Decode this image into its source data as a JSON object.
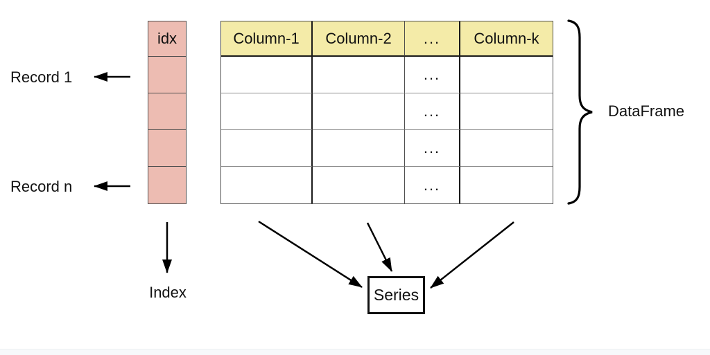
{
  "colors": {
    "index_fill": "#edbcb2",
    "header_fill": "#f4eba8",
    "line": "#000000",
    "footer_strip": "#f7f9fb"
  },
  "index_column": {
    "header": "idx",
    "cells": [
      "",
      "",
      "",
      ""
    ]
  },
  "table": {
    "columns": [
      "Column-1",
      "Column-2",
      "...",
      "Column-k"
    ],
    "rows": [
      [
        "",
        "",
        "...",
        ""
      ],
      [
        "",
        "",
        "...",
        ""
      ],
      [
        "",
        "",
        "...",
        ""
      ],
      [
        "",
        "",
        "...",
        ""
      ]
    ]
  },
  "labels": {
    "record_first": "Record 1",
    "record_last": "Record n",
    "index": "Index",
    "dataframe": "DataFrame",
    "series": "Series"
  }
}
